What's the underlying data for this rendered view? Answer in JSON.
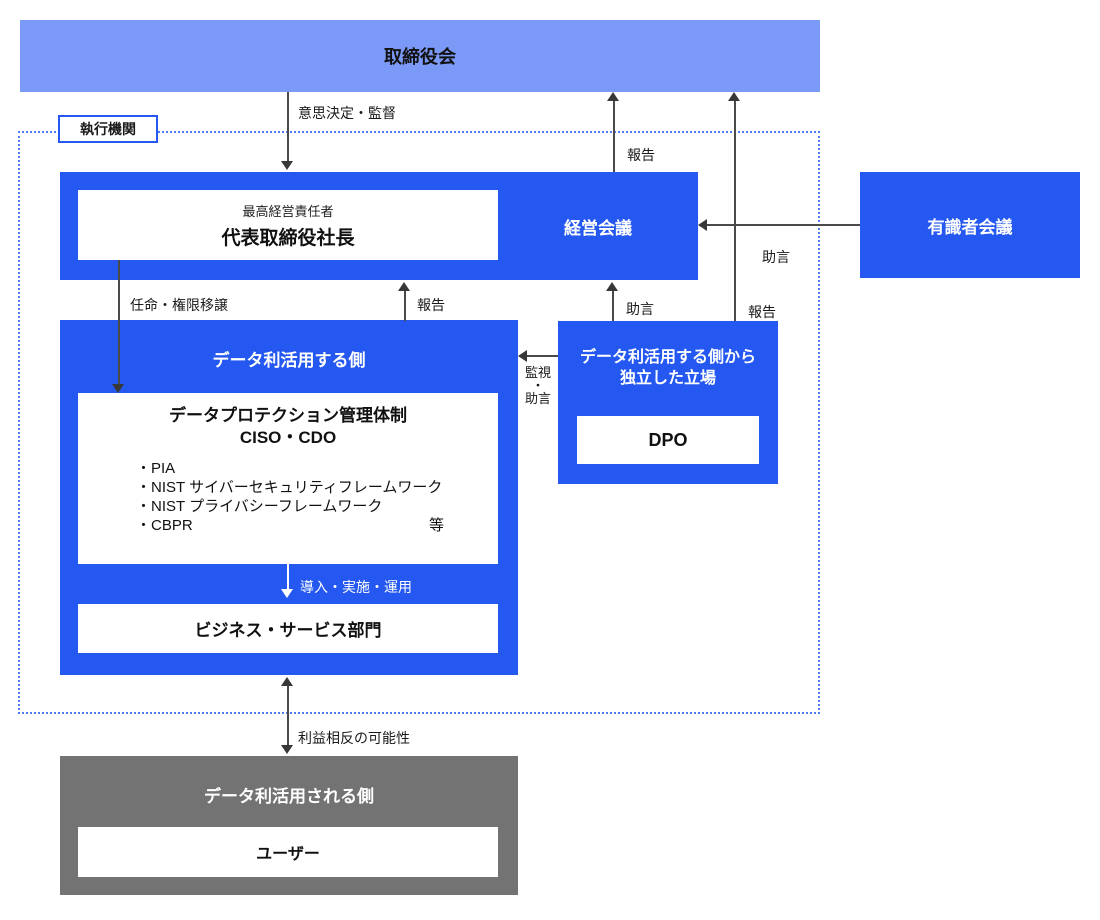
{
  "colors": {
    "accent_blue": "#2458f0",
    "light_blue": "#7b99f6",
    "box_gray": "#737373",
    "frame_blue": "#4d7cf3",
    "arrow_gray": "#4a4a4a"
  },
  "board": {
    "label": "取締役会"
  },
  "executive_frame": {
    "label": "執行機関"
  },
  "management": {
    "ceo_title": "最高経営責任者",
    "ceo_name": "代表取締役社長",
    "meeting_label": "経営会議"
  },
  "experts": {
    "label": "有識者会議"
  },
  "data_user": {
    "label": "データ利活用する側",
    "protection_title": "データプロテクション管理体制",
    "protection_roles": "CISO・CDO",
    "frameworks": [
      "・PIA",
      "・NIST サイバーセキュリティフレームワーク",
      "・NIST プライバシーフレームワーク",
      "・CBPR"
    ],
    "etc": "等",
    "business_label": "ビジネス・サービス部門"
  },
  "independent": {
    "line1": "データ利活用する側から",
    "line2": "独立した立場",
    "dpo": "DPO"
  },
  "data_subject": {
    "label": "データ利活用される側",
    "user": "ユーザー"
  },
  "arrows": {
    "decision": "意思決定・監督",
    "report_top": "報告",
    "advice_from_experts": "助言",
    "report_long": "報告",
    "advice_up": "助言",
    "appointment": "任命・権限移譲",
    "report_mid": "報告",
    "monitor_lines": [
      "監視",
      "・",
      "助言"
    ],
    "deploy": "導入・実施・運用",
    "conflict": "利益相反の可能性"
  }
}
